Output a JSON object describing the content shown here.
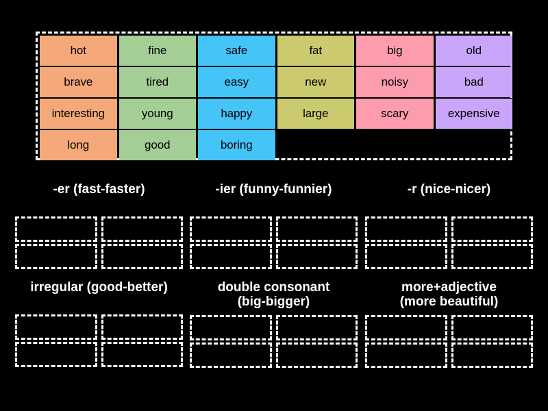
{
  "background_color": "#000000",
  "word_bank": {
    "border_style": "dashed-white",
    "columns": 6,
    "rows": 4,
    "column_colors": [
      "#f5a97b",
      "#a5ce96",
      "#45c4f7",
      "#ccca6e",
      "#fd9cac",
      "#c9a6fa"
    ],
    "tiles": [
      [
        "hot",
        "fine",
        "safe",
        "fat",
        "big",
        "old"
      ],
      [
        "brave",
        "tired",
        "easy",
        "new",
        "noisy",
        "bad"
      ],
      [
        "interesting",
        "young",
        "happy",
        "large",
        "scary",
        "expensive"
      ],
      [
        "long",
        "good",
        "boring",
        "",
        "",
        ""
      ]
    ]
  },
  "categories": [
    {
      "title": "-er (fast-faster)",
      "lines": 1,
      "drop_zones": 4
    },
    {
      "title": "-ier (funny-funnier)",
      "lines": 1,
      "drop_zones": 4
    },
    {
      "title": "-r (nice-nicer)",
      "lines": 1,
      "drop_zones": 4
    },
    {
      "title": "irregular (good-better)",
      "lines": 1,
      "drop_zones": 4
    },
    {
      "title": "double consonant\n(big-bigger)",
      "lines": 2,
      "drop_zones": 4
    },
    {
      "title": "more+adjective\n(more beautiful)",
      "lines": 2,
      "drop_zones": 4
    }
  ]
}
